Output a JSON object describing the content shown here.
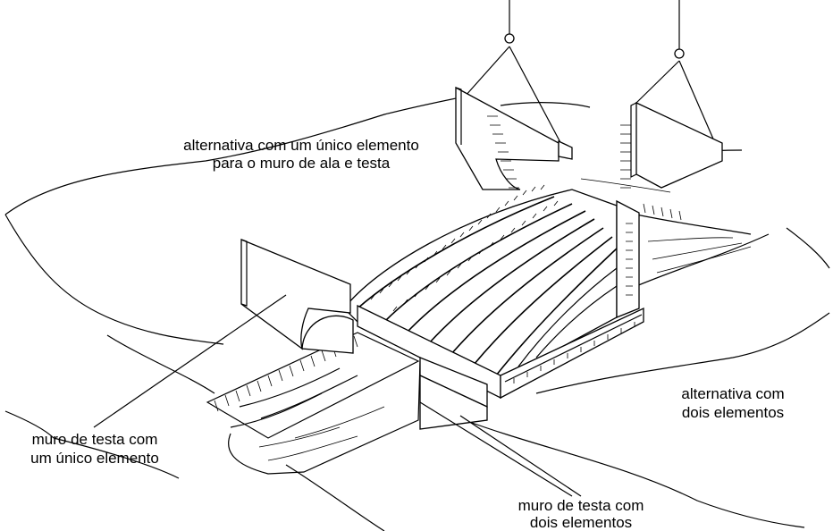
{
  "labels": {
    "alt_single_line1": "alternativa com um único elemento",
    "alt_single_line2": "para o muro de ala e testa",
    "alt_two_line1": "alternativa com",
    "alt_two_line2": "dois elementos",
    "headwall_single_line1": "muro de testa com",
    "headwall_single_line2": "um único elemento",
    "headwall_two_line1": "muro de testa com",
    "headwall_two_line2": "dois elementos"
  }
}
